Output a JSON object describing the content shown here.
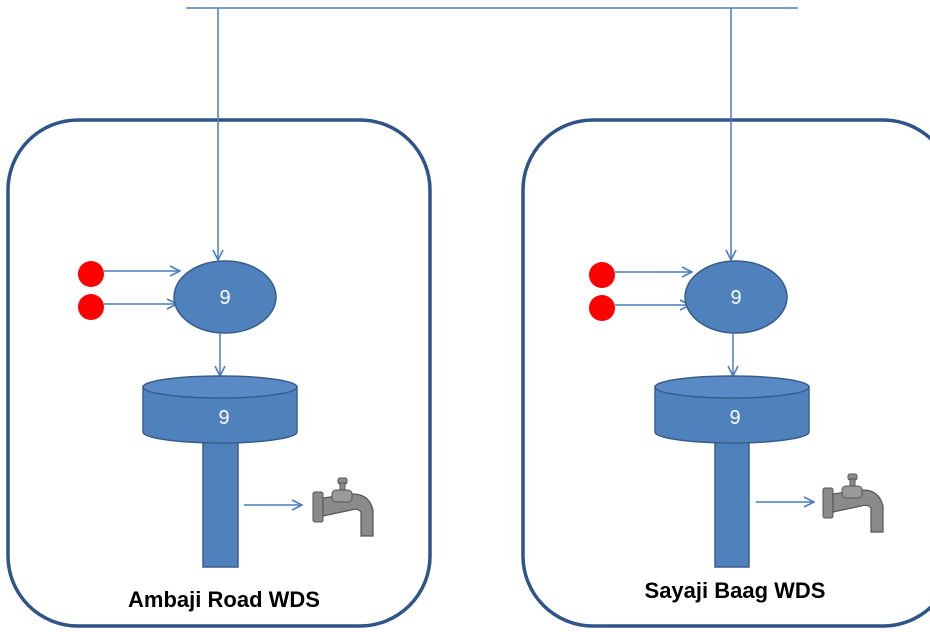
{
  "colors": {
    "boundary": "#2f5489",
    "line": "#4a7dbf",
    "shape_fill": "#4f81bd",
    "shape_stroke": "#385d8a",
    "source": "#ff0000",
    "tap": "#8a8a8a"
  },
  "systems": [
    {
      "name": "Ambaji Road WDS",
      "junction_value": "9",
      "tank_value": "9",
      "source_count": 2,
      "icons": [
        "source-icon",
        "junction-icon",
        "water-tower-icon",
        "tap-icon"
      ]
    },
    {
      "name": "Sayaji Baag WDS",
      "junction_value": "9",
      "tank_value": "9",
      "source_count": 2,
      "icons": [
        "source-icon",
        "junction-icon",
        "water-tower-icon",
        "tap-icon"
      ]
    }
  ]
}
